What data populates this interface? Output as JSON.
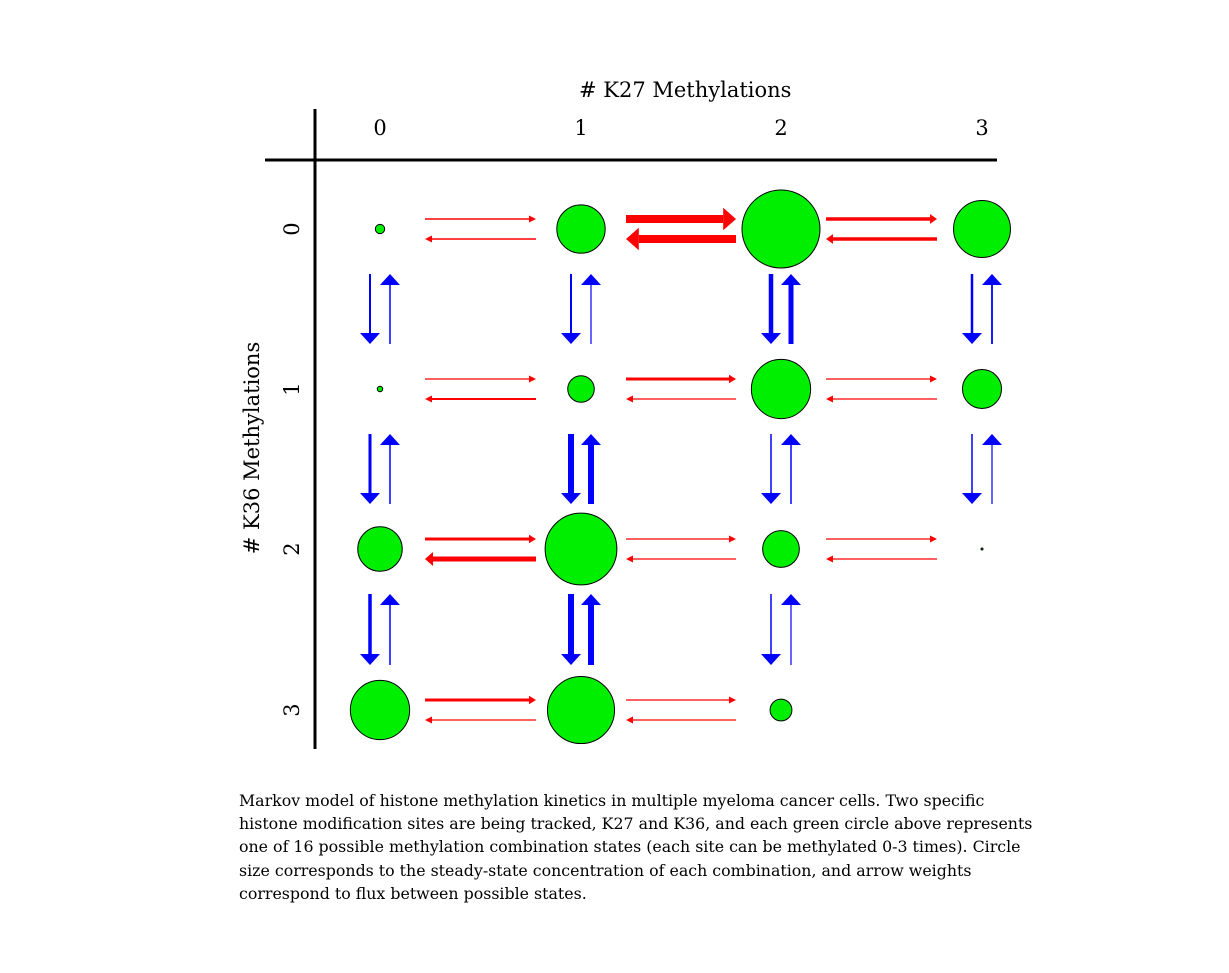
{
  "k27_axis": {
    "title": "# K27 Methylations",
    "ticks": [
      "0",
      "1",
      "2",
      "3"
    ]
  },
  "k36_axis": {
    "title": "# K36 Methylations",
    "ticks": [
      "0",
      "1",
      "2",
      "3"
    ]
  },
  "colors": {
    "state_fill": "#00ee00",
    "state_stroke": "#000000",
    "k27_flux": "#ff0000",
    "k36_flux": "#0000ff",
    "axis_line": "#000000"
  },
  "states": [
    {
      "k36": 0,
      "k27": 0,
      "relative_concentration": 0.12
    },
    {
      "k36": 0,
      "k27": 1,
      "relative_concentration": 0.62
    },
    {
      "k36": 0,
      "k27": 2,
      "relative_concentration": 1.0
    },
    {
      "k36": 0,
      "k27": 3,
      "relative_concentration": 0.73
    },
    {
      "k36": 1,
      "k27": 0,
      "relative_concentration": 0.07
    },
    {
      "k36": 1,
      "k27": 1,
      "relative_concentration": 0.34
    },
    {
      "k36": 1,
      "k27": 2,
      "relative_concentration": 0.76
    },
    {
      "k36": 1,
      "k27": 3,
      "relative_concentration": 0.5
    },
    {
      "k36": 2,
      "k27": 0,
      "relative_concentration": 0.57
    },
    {
      "k36": 2,
      "k27": 1,
      "relative_concentration": 0.92
    },
    {
      "k36": 2,
      "k27": 2,
      "relative_concentration": 0.47
    },
    {
      "k36": 2,
      "k27": 3,
      "relative_concentration": 0.02
    },
    {
      "k36": 3,
      "k27": 0,
      "relative_concentration": 0.76
    },
    {
      "k36": 3,
      "k27": 1,
      "relative_concentration": 0.86
    },
    {
      "k36": 3,
      "k27": 2,
      "relative_concentration": 0.28
    }
  ],
  "k27_fluxes": [
    {
      "k36": 0,
      "from_k27": 0,
      "forward": 1.5,
      "reverse": 1.5
    },
    {
      "k36": 0,
      "from_k27": 1,
      "forward": 8,
      "reverse": 8
    },
    {
      "k36": 0,
      "from_k27": 2,
      "forward": 3.5,
      "reverse": 3.5
    },
    {
      "k36": 1,
      "from_k27": 0,
      "forward": 1.2,
      "reverse": 2
    },
    {
      "k36": 1,
      "from_k27": 1,
      "forward": 3,
      "reverse": 1.2
    },
    {
      "k36": 1,
      "from_k27": 2,
      "forward": 1.2,
      "reverse": 1.2
    },
    {
      "k36": 2,
      "from_k27": 0,
      "forward": 3,
      "reverse": 5
    },
    {
      "k36": 2,
      "from_k27": 1,
      "forward": 1.2,
      "reverse": 1.2
    },
    {
      "k36": 2,
      "from_k27": 2,
      "forward": 1.2,
      "reverse": 1.2
    },
    {
      "k36": 3,
      "from_k27": 0,
      "forward": 3,
      "reverse": 1.2
    },
    {
      "k36": 3,
      "from_k27": 1,
      "forward": 1.2,
      "reverse": 1.2
    }
  ],
  "k36_fluxes": [
    {
      "k27": 0,
      "from_k36": 0,
      "forward": 2,
      "reverse": 1.5
    },
    {
      "k27": 1,
      "from_k36": 0,
      "forward": 2,
      "reverse": 1.2
    },
    {
      "k27": 2,
      "from_k36": 0,
      "forward": 4.5,
      "reverse": 5
    },
    {
      "k27": 3,
      "from_k36": 0,
      "forward": 2.5,
      "reverse": 1.8
    },
    {
      "k27": 0,
      "from_k36": 1,
      "forward": 3,
      "reverse": 1.5
    },
    {
      "k27": 1,
      "from_k36": 1,
      "forward": 6,
      "reverse": 6
    },
    {
      "k27": 2,
      "from_k36": 1,
      "forward": 1.5,
      "reverse": 1.5
    },
    {
      "k27": 3,
      "from_k36": 1,
      "forward": 1.5,
      "reverse": 1.2
    },
    {
      "k27": 0,
      "from_k36": 2,
      "forward": 3.5,
      "reverse": 1.5
    },
    {
      "k27": 1,
      "from_k36": 2,
      "forward": 6,
      "reverse": 6
    },
    {
      "k27": 2,
      "from_k36": 2,
      "forward": 1.5,
      "reverse": 1.2
    }
  ],
  "caption": "Markov model of histone methylation kinetics in multiple myeloma cancer cells.  Two specific histone modification sites are being tracked, K27 and K36, and each green circle above represents one of 16 possible methylation combination states (each site can be methylated 0-3 times).  Circle size corresponds to the steady-state concentration of each combination, and arrow weights correspond to flux between possible states."
}
